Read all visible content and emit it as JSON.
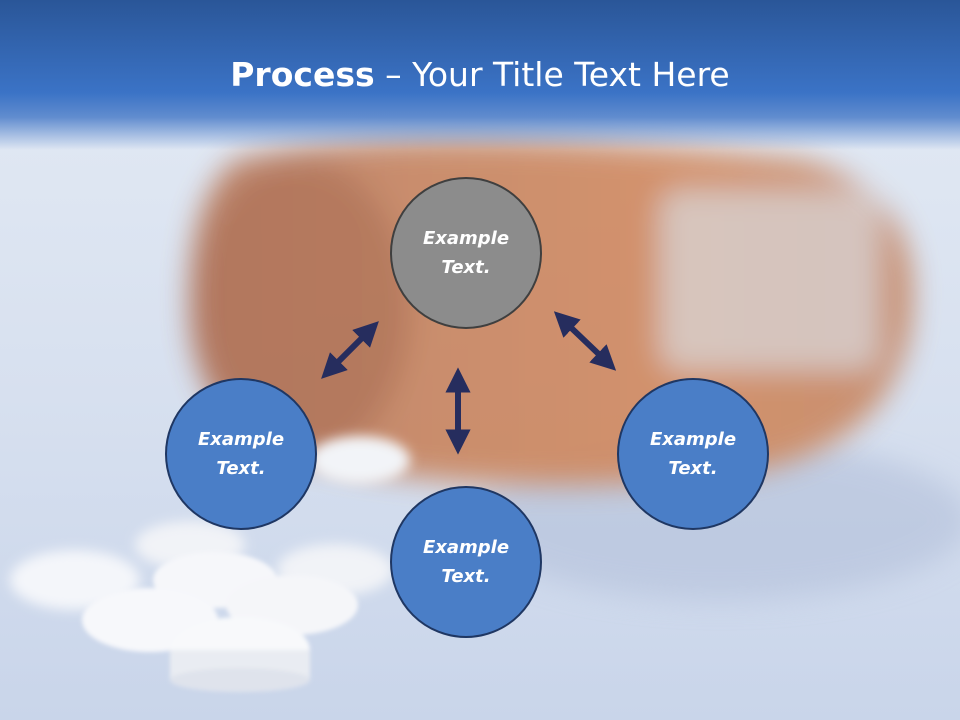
{
  "slide": {
    "title_bold": "Process",
    "title_rest": " – Your Title Text Here"
  },
  "nodes": {
    "top": {
      "line1": "Example",
      "line2": "Text."
    },
    "left": {
      "line1": "Example",
      "line2": "Text."
    },
    "right": {
      "line1": "Example",
      "line2": "Text."
    },
    "bottom": {
      "line1": "Example",
      "line2": "Text."
    }
  },
  "colors": {
    "title_bar": "#3b73c6",
    "node_fill": "#4a7ec7",
    "node_center_fill": "#8c8c8c",
    "arrow": "#262d5e"
  }
}
